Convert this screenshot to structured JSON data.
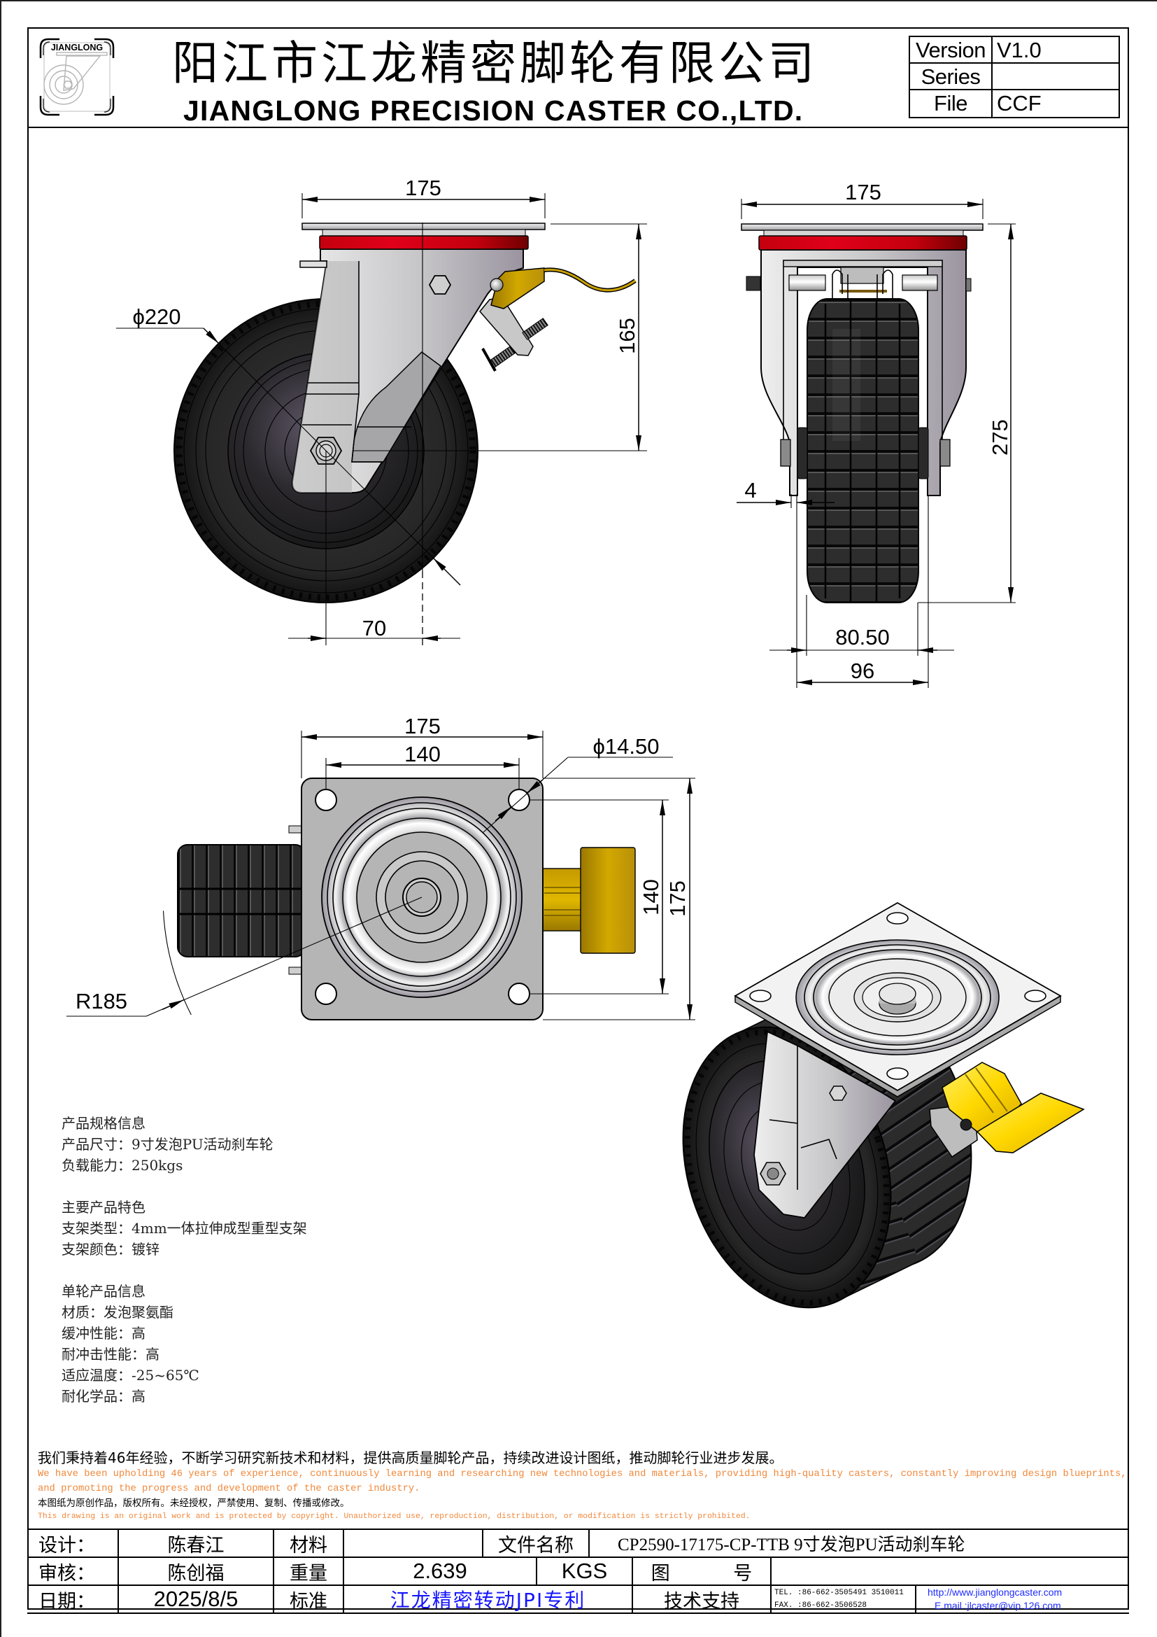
{
  "header": {
    "logo_text": "JIANGLONG",
    "company_name_cn": "阳江市江龙精密脚轮有限公司",
    "company_name_en": "JIANGLONG PRECISION CASTER CO.,LTD.",
    "doc_info": [
      {
        "label": "Version",
        "value": "V1.0"
      },
      {
        "label": "Series",
        "value": ""
      },
      {
        "label": "File",
        "value": "CCF"
      }
    ]
  },
  "views": {
    "side": {
      "plate_width": "175",
      "mount_height": "165",
      "wheel_diameter": "ϕ220",
      "swivel_offset": "70"
    },
    "front": {
      "plate_width": "175",
      "overall_height": "275",
      "leg_clearance": "4",
      "wheel_width": "80.50",
      "fork_width": "96"
    },
    "top": {
      "plate_width": "175",
      "bolt_spacing_x": "140",
      "bolt_hole": "ϕ14.50",
      "bolt_spacing_y": "140",
      "plate_length": "175",
      "swivel_radius": "R185"
    }
  },
  "specs": {
    "sections": [
      {
        "title": "产品规格信息",
        "items": [
          "产品尺寸：9寸发泡PU活动刹车轮",
          "负载能力：250kgs"
        ]
      },
      {
        "title": "主要产品特色",
        "items": [
          "支架类型：4mm一体拉伸成型重型支架",
          "支架颜色：镀锌"
        ]
      },
      {
        "title": "单轮产品信息",
        "items": [
          "材质：发泡聚氨酯",
          "缓冲性能：高",
          "耐冲击性能：高",
          "适应温度：-25~65℃",
          "耐化学品：高"
        ]
      }
    ]
  },
  "notes": {
    "statement_cn": "我们秉持着46年经验，不断学习研究新技术和材料，提供高质量脚轮产品，持续改进设计图纸，推动脚轮行业进步发展。",
    "statement_en_1": "We have been upholding 46 years of experience, continuously learning and researching new technologies and materials, providing high-quality casters, constantly improving design blueprints,",
    "statement_en_2": "and promoting the progress and development of the caster industry.",
    "copyright_cn": "本图纸为原创作品，版权所有。未经授权，严禁使用、复制、传播或修改。",
    "copyright_en": "This drawing is an original work and is protected by copyright. Unauthorized use, reproduction, distribution, or modification is strictly prohibited."
  },
  "title_block": {
    "designer_label": "设计：",
    "designer": "陈春江",
    "material_label": "材料",
    "material": "",
    "file_name_label": "文件名称",
    "file_name": "CP2590-17175-CP-TTB 9寸发泡PU活动刹车轮",
    "reviewer_label": "审核：",
    "reviewer": "陈创福",
    "weight_label": "重量",
    "weight": "2.639",
    "weight_unit": "KGS",
    "drawing_no_label": "图 号",
    "drawing_no": "",
    "date_label": "日期：",
    "date": "2025/8/5",
    "standard_label": "标准",
    "standard": "江龙精密转动JPI专利",
    "support_label": "技术支持",
    "tel": "TEL. :86-662-3505491 3510011",
    "fax": "FAX. :86-662-3506528",
    "website": "http://www.jianglongcaster.com",
    "email": "E.mail.:jlcaster@vip.126.com"
  },
  "colors": {
    "ring_red": "#c4000e",
    "ring_red_dark": "#6e0000",
    "brake_yellow": "#ffd800",
    "brake_gold": "#b8900a",
    "note_orange": "#f0883a",
    "link_blue": "#1f2bff",
    "standard_blue": "#1414ff"
  }
}
